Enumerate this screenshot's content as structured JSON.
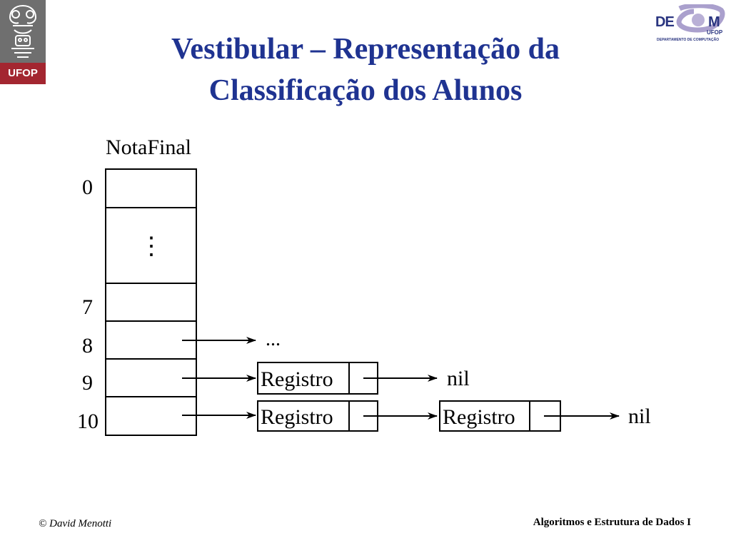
{
  "header": {
    "title_line1": "Vestibular – Representação da",
    "title_line2": "Classificação dos Alunos",
    "left_logo": {
      "label": "UFOP",
      "icon": "ufop-emblem-icon"
    },
    "right_logo": {
      "text_de": "DE",
      "text_m": "M",
      "text_ufop": "UFOP",
      "text_dept": "DEPARTAMENTO DE COMPUTAÇÃO",
      "icon": "decom-swirl-icon"
    }
  },
  "diagram": {
    "array_label": "NotaFinal",
    "indices": [
      "0",
      "7",
      "8",
      "9",
      "10"
    ],
    "ellipsis_vertical": "⋮",
    "chain_8": "...",
    "record_label": "Registro",
    "nil_label": "nil"
  },
  "footer": {
    "author": "© David Menotti",
    "course": "Algoritmos e Estrutura de Dados I"
  },
  "colors": {
    "title": "#1f3391",
    "ufop_red": "#a32630",
    "decom_blue": "#2a3580",
    "decom_purple": "#9b8fc4"
  }
}
